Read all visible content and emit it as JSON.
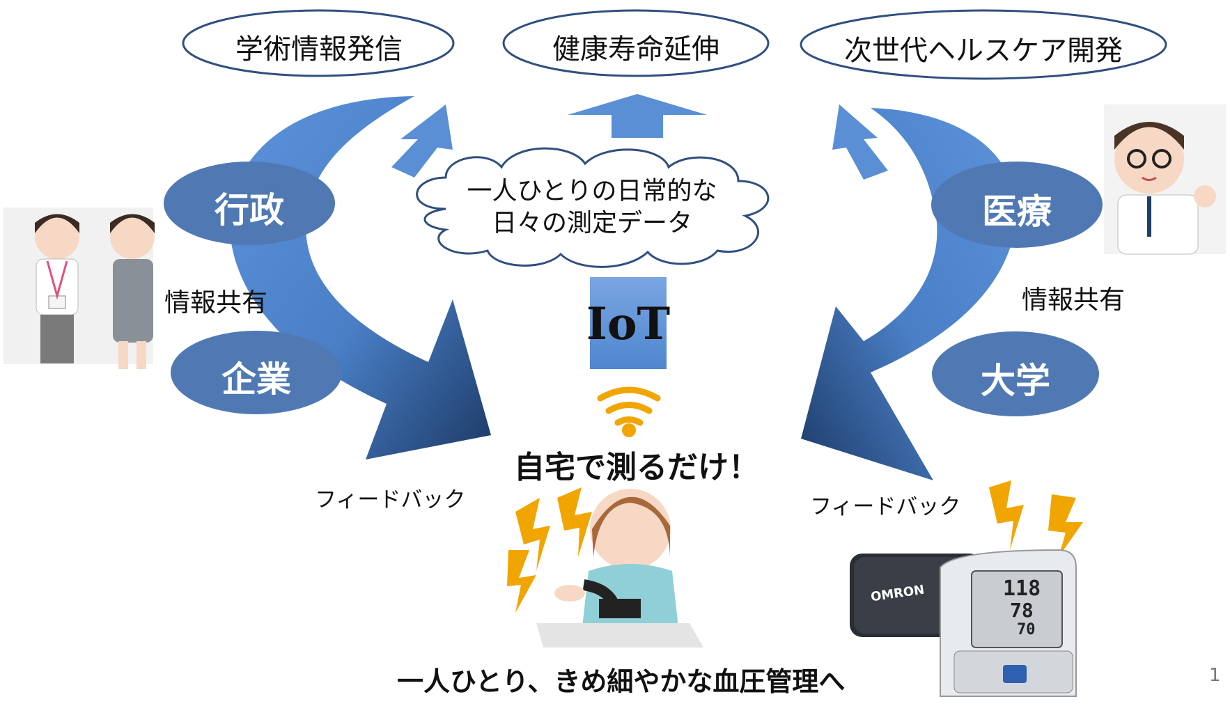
{
  "goals": {
    "left": "学術情報発信",
    "center": "健康寿命延伸",
    "right": "次世代ヘルスケア開発"
  },
  "actors": {
    "gov": "行政",
    "company": "企業",
    "medical": "医療",
    "university": "大学"
  },
  "labels": {
    "share_left": "情報共有",
    "share_right": "情報共有",
    "feedback_left": "フィードバック",
    "feedback_right": "フィードバック"
  },
  "cloud": {
    "line1": "一人ひとりの日常的な",
    "line2": "日々の測定データ"
  },
  "iot": "IoT",
  "home_caption": "自宅で測るだけ！",
  "bottom_caption": "一人ひとり、きめ細やかな血圧管理へ",
  "monitor": {
    "brand": "OMRON",
    "readings": [
      "118",
      "78",
      "70"
    ]
  },
  "page_number": "1",
  "colors": {
    "ellipse_blue": "#5079b4",
    "arrow_blue": "#5a8fd6",
    "arrow_dark": "#1f3f6a",
    "goal_border": "#2f4f80",
    "wifi": "#f0a500",
    "bolt": "#f0a500"
  }
}
